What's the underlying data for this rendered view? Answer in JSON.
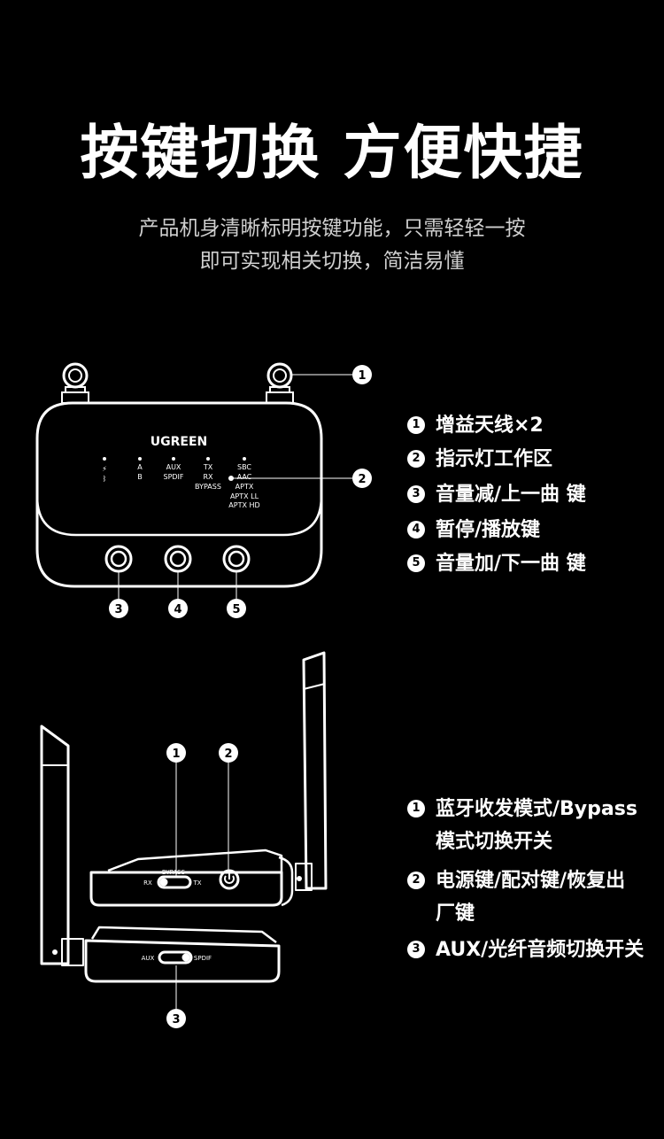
{
  "header": {
    "title": "按键切换 方便快捷",
    "subtitle_line1": "产品机身清晰标明按键功能，只需轻轻一按",
    "subtitle_line2": "即可实现相关切换，简洁易懂"
  },
  "device_top": {
    "brand": "UGREEN",
    "indicators": {
      "col1_a": "⚡",
      "col1_b": "ᛒ",
      "col2_a": "A",
      "col2_b": "B",
      "col3_a": "AUX",
      "col3_b": "SPDIF",
      "col4_a": "TX",
      "col4_b": "RX",
      "col4_c": "BYPASS",
      "col5_a": "SBC",
      "col5_b": "AAC",
      "col5_c": "APTX",
      "col5_d": "APTX LL",
      "col5_e": "APTX HD"
    },
    "callouts": [
      "1",
      "2",
      "3",
      "4",
      "5"
    ]
  },
  "features_top": [
    {
      "num": "1",
      "text": "增益天线×2"
    },
    {
      "num": "2",
      "text": "指示灯工作区"
    },
    {
      "num": "3",
      "text": "音量减/上一曲 键"
    },
    {
      "num": "4",
      "text": "暂停/播放键"
    },
    {
      "num": "5",
      "text": "音量加/下一曲 键"
    }
  ],
  "device_side": {
    "switch1_top": "BYPASS",
    "switch1_left": "RX",
    "switch1_right": "TX",
    "switch2_left": "AUX",
    "switch2_right": "SPDIF",
    "callouts": [
      "1",
      "2",
      "3"
    ]
  },
  "features_bottom": [
    {
      "num": "1",
      "text": "蓝牙收发模式/Bypass模式切换开关"
    },
    {
      "num": "2",
      "text": "电源键/配对键/恢复出厂键"
    },
    {
      "num": "3",
      "text": "AUX/光纤音频切换开关"
    }
  ]
}
